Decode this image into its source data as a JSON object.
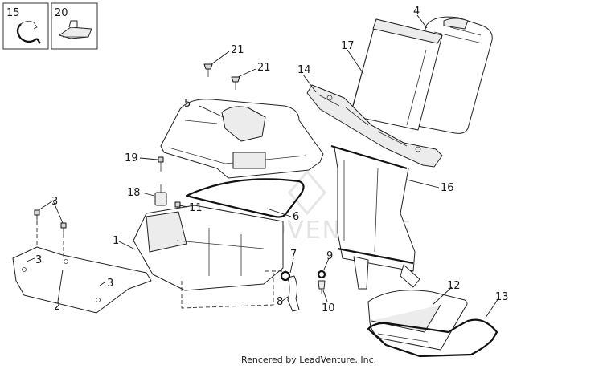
{
  "insets": [
    {
      "number": "15",
      "name": "hose-clamp"
    },
    {
      "number": "20",
      "name": "clip-nut"
    }
  ],
  "callouts": {
    "c1": "1",
    "c2": "2",
    "c3a": "3",
    "c3b": "3",
    "c3c": "3",
    "c4": "4",
    "c5": "5",
    "c6": "6",
    "c7": "7",
    "c8": "8",
    "c9": "9",
    "c10": "10",
    "c11": "11",
    "c12": "12",
    "c13": "13",
    "c14": "14",
    "c16": "16",
    "c17": "17",
    "c18": "18",
    "c19": "19",
    "c21a": "21",
    "c21b": "21"
  },
  "watermark": "ADVENTURE",
  "credit": "Rencered by LeadVenture, Inc."
}
